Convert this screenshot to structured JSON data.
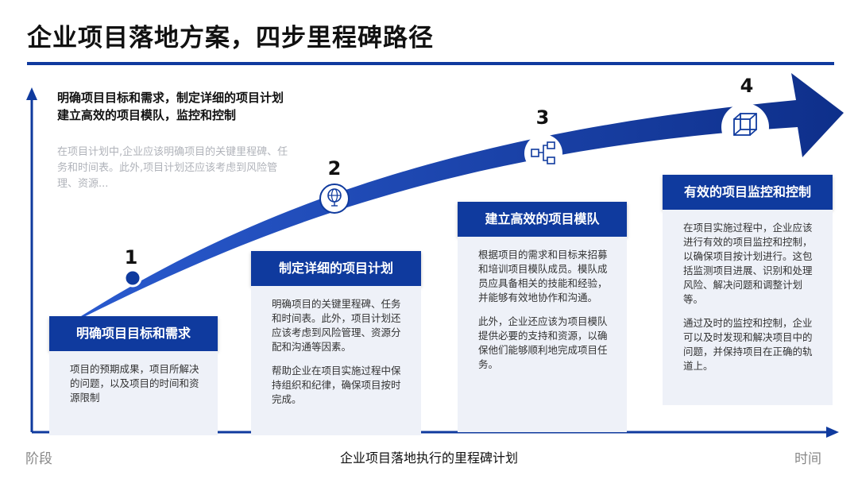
{
  "title": "企业项目落地方案，四步里程碑路径",
  "intro": {
    "line1": "明确项目目标和需求，制定详细的项目计划",
    "line2": "建立高效的项目模队，监控和控制",
    "desc": "在项目计划中,企业应该明确项目的关键里程碑、任务和时间表。此外,项目计划还应该考虑到风险管理、资源..."
  },
  "milestones": [
    {
      "num": "1",
      "icon": "dot-icon"
    },
    {
      "num": "2",
      "icon": "globe-icon"
    },
    {
      "num": "3",
      "icon": "hierarchy-icon"
    },
    {
      "num": "4",
      "icon": "cube-icon"
    }
  ],
  "steps": [
    {
      "title": "明确项目目标和需求",
      "p1": "项目的预期成果，项目所解决的问题，以及项目的时间和资源限制",
      "p2": ""
    },
    {
      "title": "制定详细的项目计划",
      "p1": "明确项目的关键里程碑、任务和时间表。此外，项目计划还应该考虑到风险管理、资源分配和沟通等因素。",
      "p2": "帮助企业在项目实施过程中保持组织和纪律，确保项目按时完成。"
    },
    {
      "title": "建立高效的项目模队",
      "p1": "根据项目的需求和目标来招募和培训项目模队成员。模队成员应具备相关的技能和经验，并能够有效地协作和沟通。",
      "p2": "此外，企业还应该为项目模队提供必要的支持和资源，以确保他们能够顺利地完成项目任务。"
    },
    {
      "title": "有效的项目监控和控制",
      "p1": "在项目实施过程中，企业应该进行有效的项目监控和控制，以确保项目按计划进行。这包括监测项目进展、识别和处理风险、解决问题和调整计划等。",
      "p2": "通过及时的监控和控制，企业可以及时发现和解决项目中的问题，并保持项目在正确的轨道上。"
    }
  ],
  "axis": {
    "y_label": "阶段",
    "x_label": "时间",
    "caption": "企业项目落地执行的里程碑计划"
  },
  "colors": {
    "primary": "#0f3a9e",
    "card_bg": "#eef1f8"
  }
}
